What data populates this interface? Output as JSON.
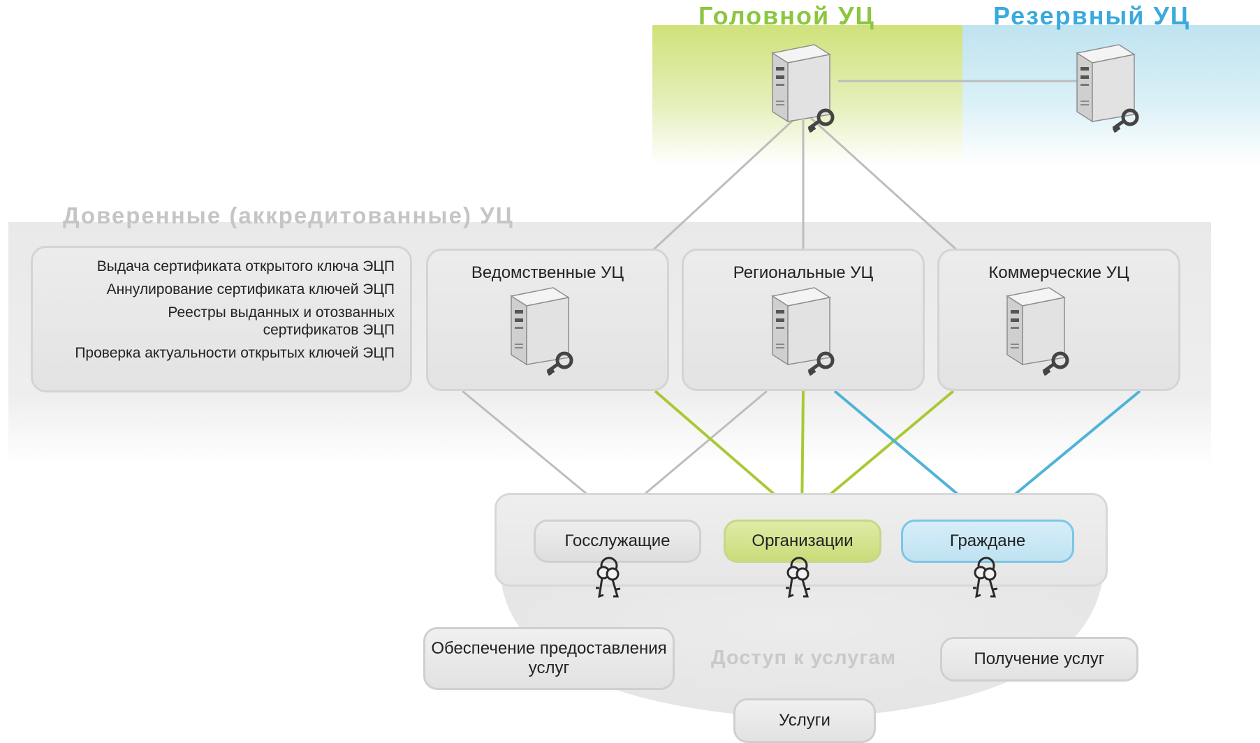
{
  "top": {
    "head_ca": {
      "title": "Головной УЦ",
      "color": "#8cc63f"
    },
    "backup_ca": {
      "title": "Резервный УЦ",
      "color": "#3aaadc"
    }
  },
  "trusted": {
    "title": "Доверенные (аккредитованные) УЦ",
    "functions": [
      "Выдача сертификата открытого ключа ЭЦП",
      "Аннулирование сертификата ключей ЭЦП",
      "Реестры выданных и отозванных сертификатов ЭЦП",
      "Проверка актуальности открытых ключей ЭЦП"
    ],
    "categories": [
      "Ведомственные УЦ",
      "Региональные УЦ",
      "Коммерческие УЦ"
    ]
  },
  "users": [
    "Госслужащие",
    "Организации",
    "Граждане"
  ],
  "services": {
    "provision": "Обеспечение предоставления услуг",
    "access": "Доступ к услугам",
    "receipt": "Получение услуг",
    "services": "Услуги"
  },
  "colors": {
    "gray_line": "#bdbdbd",
    "green_line": "#a9c934",
    "blue_line": "#4fb3d9"
  }
}
